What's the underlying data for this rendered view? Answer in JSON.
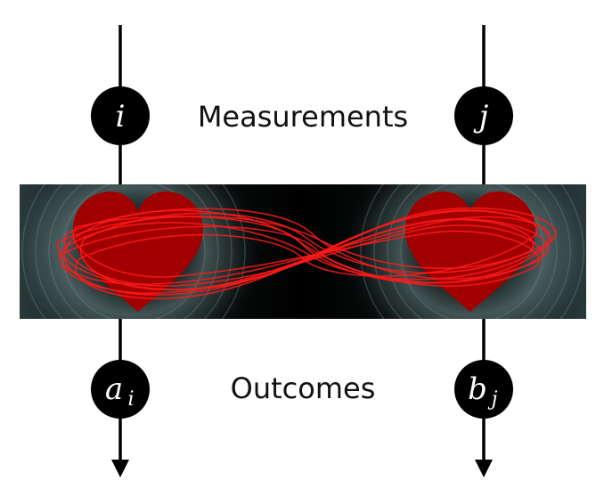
{
  "labels": {
    "measurements": "Measurements",
    "outcomes": "Outcomes"
  },
  "nodes": {
    "left_measure": {
      "main": "i",
      "sub": ""
    },
    "right_measure": {
      "main": "j",
      "sub": ""
    },
    "left_outcome": {
      "main": "a",
      "sub": "i"
    },
    "right_outcome": {
      "main": "b",
      "sub": "j"
    }
  },
  "colors": {
    "heart": "#a00000",
    "loops": "#ff1a1a",
    "band": "#0a1214",
    "ripple": "#5e7878",
    "node": "#000000",
    "line": "#000000"
  },
  "icons": {
    "hearts": "heart-icon",
    "arrows": "arrow-down-icon"
  }
}
